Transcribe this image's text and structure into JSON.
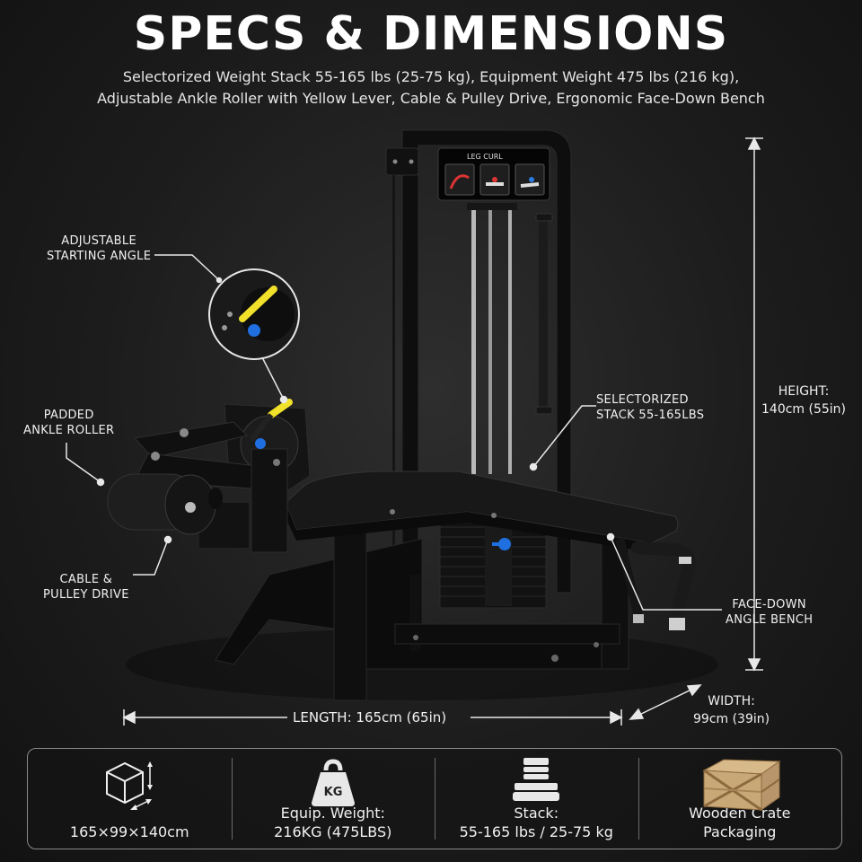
{
  "header": {
    "title": "SPECS & DIMENSIONS",
    "subtitle_line1": "Selectorized Weight Stack 55-165 lbs (25-75 kg), Equipment Weight 475 lbs (216 kg),",
    "subtitle_line2": "Adjustable Ankle Roller with Yellow Lever, Cable & Pulley Drive, Ergonomic Face-Down Bench"
  },
  "machine": {
    "placard_label": "LEG CURL"
  },
  "callouts": {
    "starting_angle": [
      "ADJUSTABLE",
      "STARTING ANGLE"
    ],
    "ankle_roller": [
      "PADDED",
      "ANKLE ROLLER"
    ],
    "cable_pulley": [
      "CABLE &",
      "PULLEY DRIVE"
    ],
    "selectorized_stack": [
      "SELECTORIZED",
      "STACK 55-165LBS"
    ],
    "face_down_bench": [
      "FACE-DOWN",
      "ANGLE BENCH"
    ]
  },
  "dimensions": {
    "height_label": "HEIGHT:",
    "height_value": "140cm (55in)",
    "length_text": "LENGTH:  165cm (65in)",
    "width_label": "WIDTH:",
    "width_value": "99cm (39in)"
  },
  "spec_bar": {
    "items": [
      {
        "icon": "dimensions-cube-icon",
        "lines": [
          "165×99×140cm"
        ]
      },
      {
        "icon": "kettlebell-weight-icon",
        "icon_text": "KG",
        "lines": [
          "Equip. Weight:",
          "216KG (475LBS)"
        ]
      },
      {
        "icon": "weight-stack-icon",
        "lines": [
          "Stack:",
          "55-165 lbs / 25-75 kg"
        ]
      },
      {
        "icon": "wooden-crate-icon",
        "lines": [
          "Wooden Crate",
          "Packaging"
        ]
      }
    ]
  },
  "colors": {
    "background": "#1c1c1c",
    "frame": "#0d0d0d",
    "accent_yellow": "#f2e12a",
    "pin_blue": "#1f6fe0",
    "crate": "#c9a878"
  }
}
